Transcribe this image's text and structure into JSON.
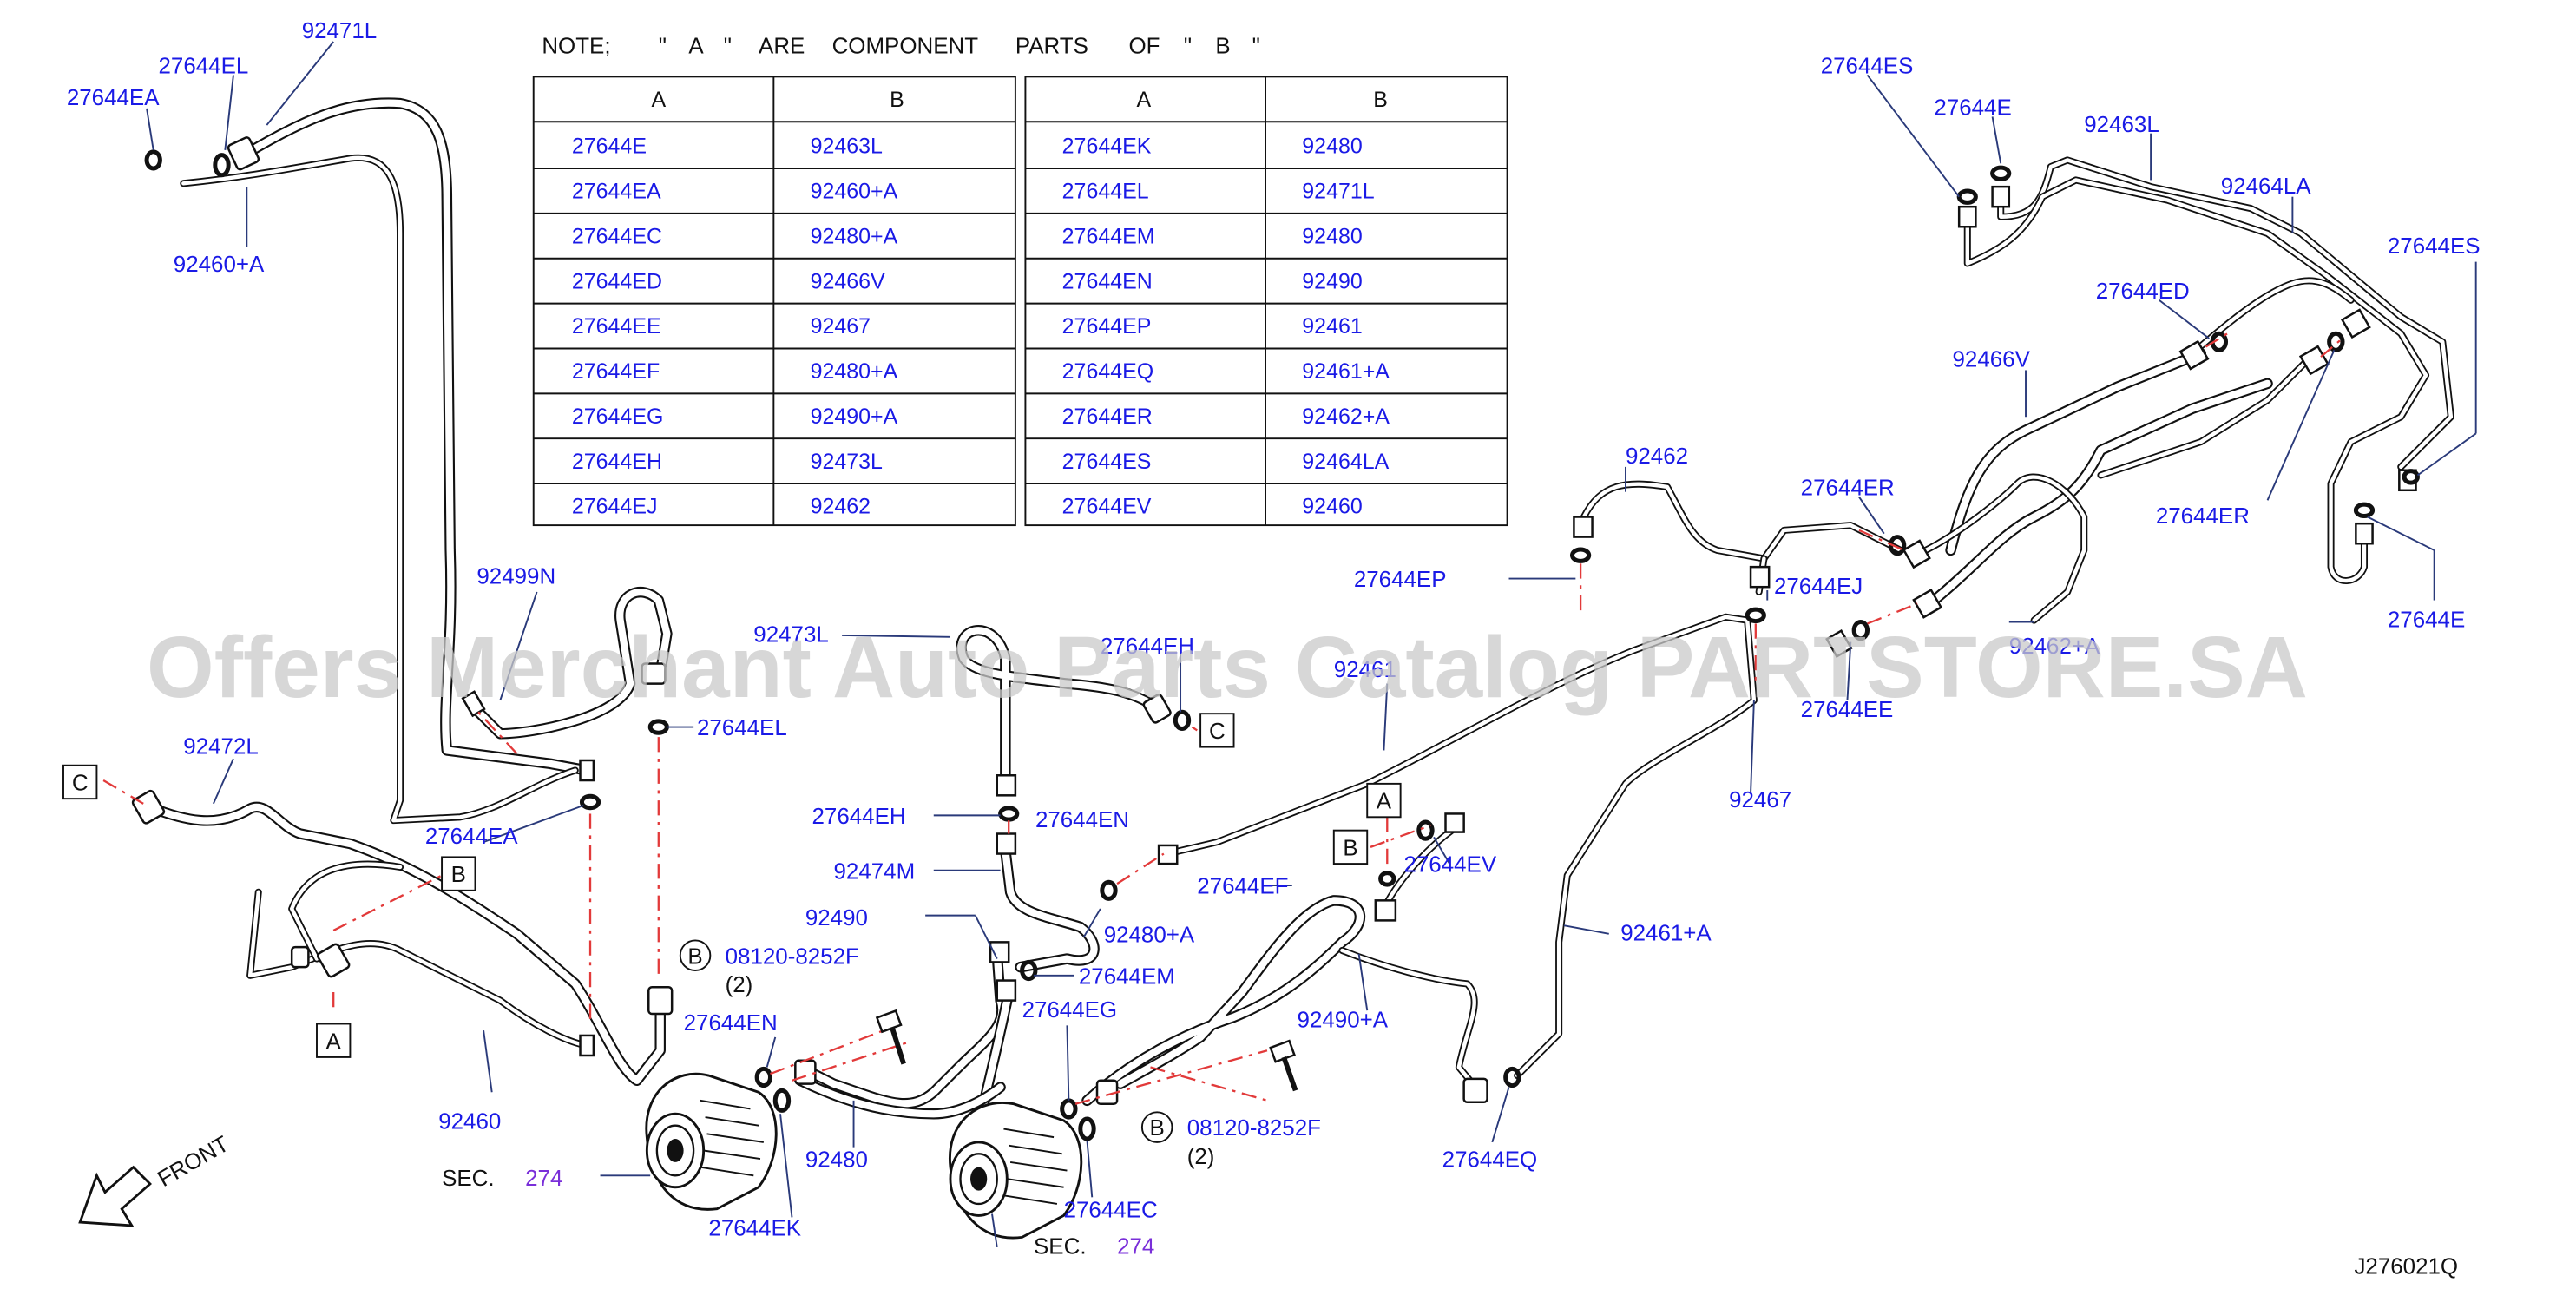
{
  "note": {
    "prefix": "NOTE;",
    "q1": "\"",
    "letter_a": "A",
    "q2": "\"",
    "are": "ARE",
    "component": "COMPONENT",
    "parts": "PARTS",
    "of": "OF",
    "q3": "\"",
    "letter_b": "B",
    "q4": "\""
  },
  "table": {
    "headers": [
      "A",
      "B",
      "A",
      "B"
    ],
    "left": [
      [
        "27644E",
        "92463L"
      ],
      [
        "27644EA",
        "92460+A"
      ],
      [
        "27644EC",
        "92480+A"
      ],
      [
        "27644ED",
        "92466V"
      ],
      [
        "27644EE",
        "92467"
      ],
      [
        "27644EF",
        "92480+A"
      ],
      [
        "27644EG",
        "92490+A"
      ],
      [
        "27644EH",
        "92473L"
      ],
      [
        "27644EJ",
        "92462"
      ]
    ],
    "right": [
      [
        "27644EK",
        "92480"
      ],
      [
        "27644EL",
        "92471L"
      ],
      [
        "27644EM",
        "92480"
      ],
      [
        "27644EN",
        "92490"
      ],
      [
        "27644EP",
        "92461"
      ],
      [
        "27644EQ",
        "92461+A"
      ],
      [
        "27644ER",
        "92462+A"
      ],
      [
        "27644ES",
        "92464LA"
      ],
      [
        "27644EV",
        "92460"
      ]
    ]
  },
  "callouts": {
    "c92471L": "92471L",
    "c27644EL_top": "27644EL",
    "c27644EA_top": "27644EA",
    "c92460A": "92460+A",
    "c92499N": "92499N",
    "c27644EL_mid": "27644EL",
    "c92472L": "92472L",
    "c27644EA_mid": "27644EA",
    "c92460": "92460",
    "c92473L": "92473L",
    "c27644EH_top": "27644EH",
    "c27644EH": "27644EH",
    "c27644EN_mid": "27644EN",
    "c92474M": "92474M",
    "c92490": "92490",
    "c92480A": "92480+A",
    "c27644EM": "27644EM",
    "c27644EG": "27644EG",
    "c08120_left": "08120-8252F",
    "qty_left": "(2)",
    "c27644EN_low": "27644EN",
    "c92480": "92480",
    "c27644EK": "27644EK",
    "c92461": "92461",
    "c27644EF": "27644EF",
    "c27644EV": "27644EV",
    "c92490A": "92490+A",
    "c08120_right": "08120-8252F",
    "qty_right": "(2)",
    "c27644EC": "27644EC",
    "c27644EQ": "27644EQ",
    "c92461A": "92461+A",
    "c92462": "92462",
    "c27644EP": "27644EP",
    "c27644ER_mid": "27644ER",
    "c27644EJ": "27644EJ",
    "c92462A": "92462+A",
    "c27644EE": "27644EE",
    "c92467": "92467",
    "c27644ES_top": "27644ES",
    "c27644E_top": "27644E",
    "c92463L": "92463L",
    "c92464LA": "92464LA",
    "c27644ES_right": "27644ES",
    "c27644ED": "27644ED",
    "c92466V": "92466V",
    "c27644ER_right": "27644ER",
    "c27644E_right": "27644E"
  },
  "sections": {
    "sec_label": "SEC.",
    "sec_num": "274"
  },
  "markers": {
    "A": "A",
    "B": "B",
    "C": "C"
  },
  "front_label": "FRONT",
  "drawing_code": "J276021Q",
  "watermark": "Offers Merchant Auto Parts Catalog PARTSTORE.SA"
}
